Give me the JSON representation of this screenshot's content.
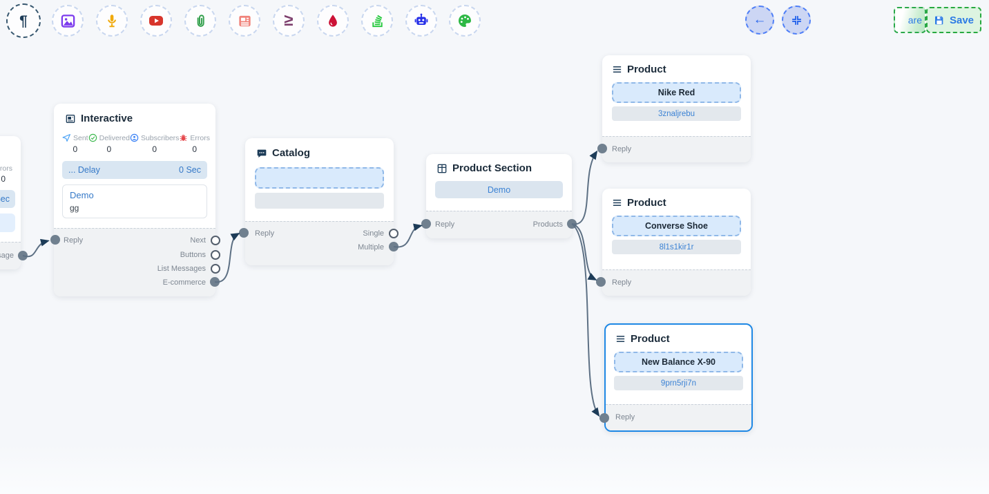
{
  "toolbar": {
    "items": [
      {
        "icon": "pilcrow-icon",
        "color": "#1d3c58",
        "selected": true
      },
      {
        "icon": "image-icon",
        "color": "#7c3aed",
        "selected": false
      },
      {
        "icon": "microphone-icon",
        "color": "#f0a90c",
        "selected": false
      },
      {
        "icon": "video-icon",
        "color": "#d7352c",
        "selected": false
      },
      {
        "icon": "paperclip-icon",
        "color": "#2f9e49",
        "selected": false
      },
      {
        "icon": "newspaper-icon",
        "color": "#f0827a",
        "selected": false
      },
      {
        "icon": "greater-equal-icon",
        "color": "#7d3f6d",
        "selected": false
      },
      {
        "icon": "droplet-icon",
        "color": "#cc1236",
        "selected": false
      },
      {
        "icon": "stack-icon",
        "color": "#27c93f",
        "selected": false
      },
      {
        "icon": "robot-icon",
        "color": "#2730e8",
        "selected": false
      },
      {
        "icon": "palette-icon",
        "color": "#2eb845",
        "selected": false
      }
    ],
    "glyphs": {
      "pilcrow": "¶",
      "greater_equal": "≥"
    }
  },
  "topbar": {
    "back_icon": "←",
    "share_partial_label": "are",
    "save_label": "Save"
  },
  "nodes": {
    "message_partial": {
      "errors_label": "Errors",
      "errors_value": "0",
      "delay_unit_label": "Sec",
      "output_label_partial": "essage"
    },
    "interactive": {
      "title": "Interactive",
      "stats": [
        {
          "icon": "send-icon",
          "label": "Sent",
          "value": "0"
        },
        {
          "icon": "delivered-icon",
          "label": "Delivered",
          "value": "0"
        },
        {
          "icon": "subscribers-icon",
          "label": "Subscribers",
          "value": "0"
        },
        {
          "icon": "errors-icon",
          "label": "Errors",
          "value": "0"
        }
      ],
      "delay_label": "... Delay",
      "delay_value": "0 Sec",
      "message_title": "Demo",
      "message_body": "gg",
      "input_label": "Reply",
      "outputs": [
        {
          "label": "Next",
          "connected": false
        },
        {
          "label": "Buttons",
          "connected": false
        },
        {
          "label": "List Messages",
          "connected": false
        },
        {
          "label": "E-commerce",
          "connected": true
        }
      ]
    },
    "catalog": {
      "title": "Catalog",
      "input_label": "Reply",
      "outputs": [
        {
          "label": "Single",
          "connected": false
        },
        {
          "label": "Multiple",
          "connected": true
        }
      ]
    },
    "product_section": {
      "title": "Product Section",
      "section_name": "Demo",
      "input_label": "Reply",
      "output_label": "Products"
    },
    "products": [
      {
        "title": "Product",
        "name": "Nike Red",
        "product_id": "3znaljrebu",
        "input_label": "Reply",
        "selected": false
      },
      {
        "title": "Product",
        "name": "Converse Shoe",
        "product_id": "8l1s1kir1r",
        "input_label": "Reply",
        "selected": false
      },
      {
        "title": "Product",
        "name": "New Balance X-90",
        "product_id": "9prn5rji7n",
        "input_label": "Reply",
        "selected": true
      }
    ]
  },
  "edges": [
    {
      "from": "message-node-output",
      "to": "interactive-reply"
    },
    {
      "from": "interactive-ecommerce-output",
      "to": "catalog-reply"
    },
    {
      "from": "catalog-multiple-output",
      "to": "product-section-reply"
    },
    {
      "from": "product-section-products",
      "to": "product-nike-red-reply"
    },
    {
      "from": "product-section-products",
      "to": "product-converse-shoe-reply"
    },
    {
      "from": "product-section-products",
      "to": "product-new-balance-reply"
    }
  ],
  "theme": {
    "edge_color": "#5d7084",
    "arrow_color": "#1d3c58",
    "dot_color": "#70808f",
    "selected_border": "#1e88e5",
    "accent_blue": "#3579c8",
    "save_green": "#27a93f"
  }
}
